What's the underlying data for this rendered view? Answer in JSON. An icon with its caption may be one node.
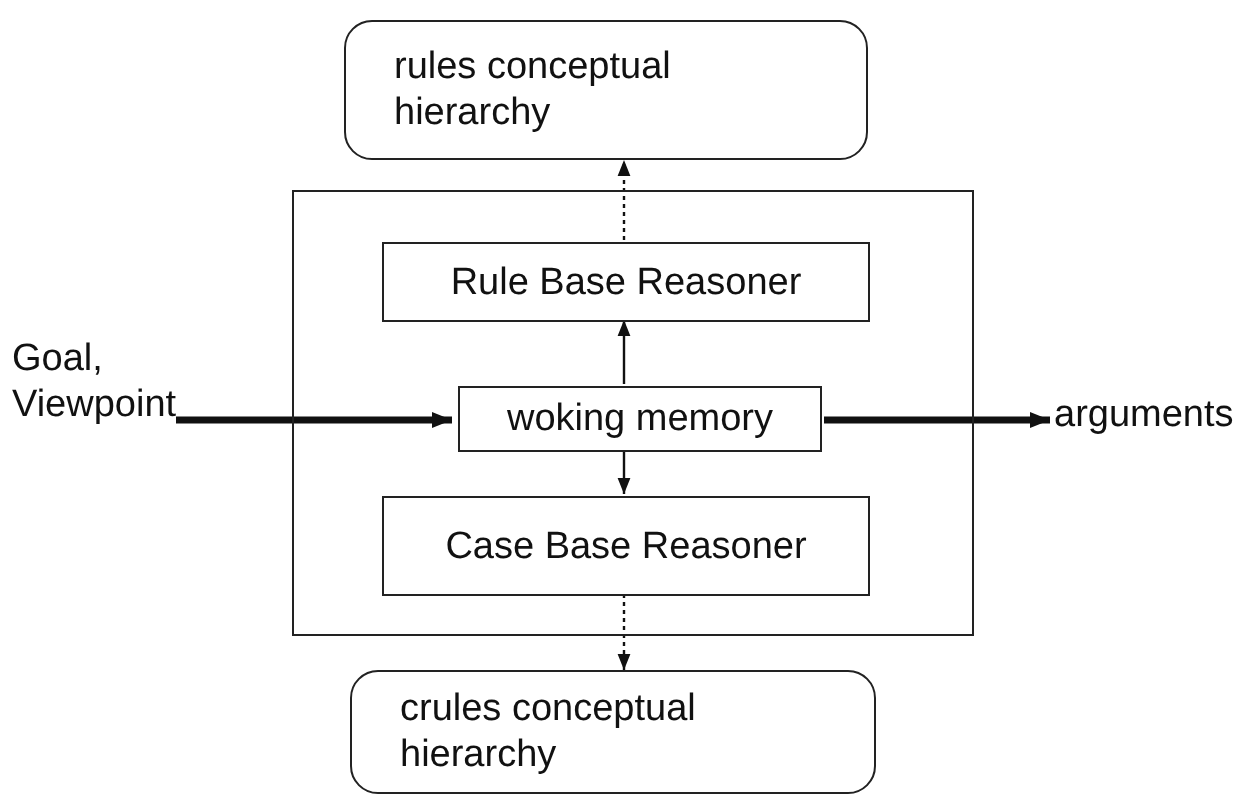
{
  "diagram": {
    "nodes": [
      {
        "text": [
          "rules conceptual hierarchy"
        ]
      },
      {
        "text": [],
        "shape": "box"
      },
      {
        "text": [
          "Rule Base Reasoner"
        ],
        "in": 1
      },
      {
        "text": [
          "Goal, Viewpoint"
        ]
      },
      {
        "text": [
          "woking memory"
        ],
        "in": 1
      },
      {
        "text": [
          "arguments"
        ]
      },
      {
        "text": [
          "Case Base Reasoner"
        ],
        "in": 1
      },
      {
        "text": [
          "crules conceptual hierarchy"
        ]
      }
    ],
    "edges": [
      {
        "from": 3,
        "to": 4,
        "arrow": "to",
        "style": "thick"
      },
      {
        "from": 4,
        "to": 5,
        "arrow": "to",
        "style": "thick"
      },
      {
        "from": 4,
        "to": 2,
        "arrow": "to"
      },
      {
        "from": 2,
        "to": 0,
        "arrow": "to",
        "style": "dashed"
      },
      {
        "from": 4,
        "to": 6,
        "arrow": "to"
      },
      {
        "from": 6,
        "to": 7,
        "arrow": "to",
        "style": "dashed"
      }
    ]
  }
}
